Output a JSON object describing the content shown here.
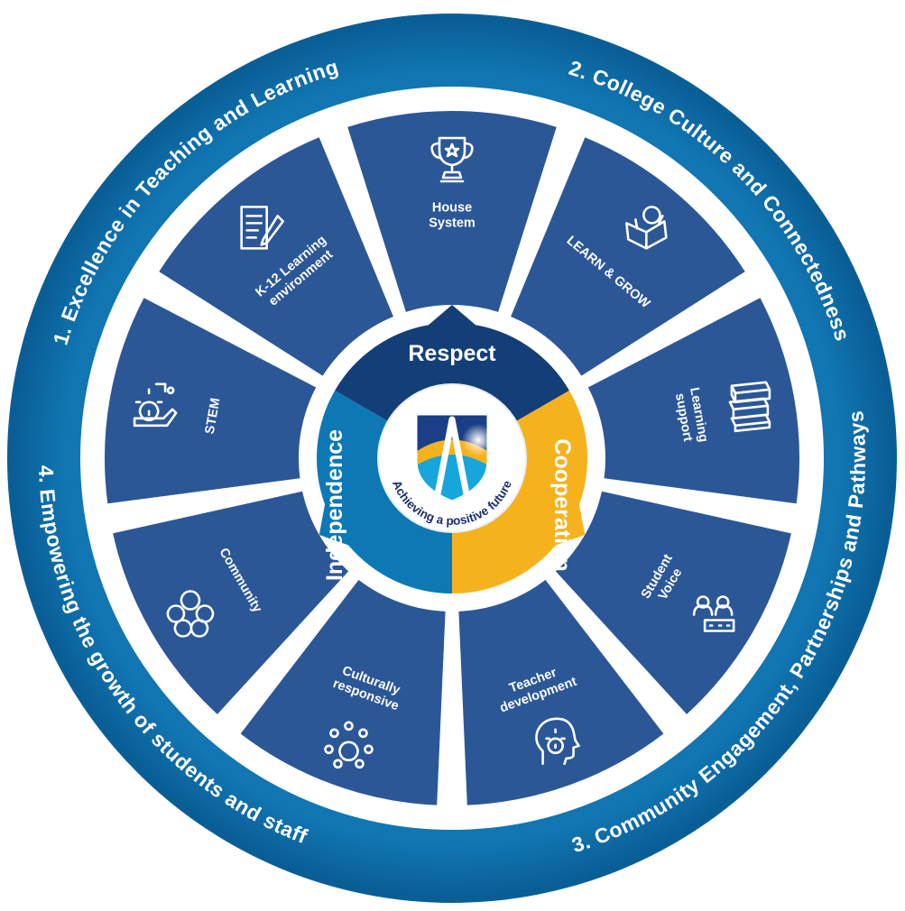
{
  "outer_ring_text": [
    "1. Excellence in Teaching and Learning",
    "2. College Culture and Connectedness",
    "3. Community Engagement, Partnerships and Pathways",
    "4. Empowering the growth of students and staff"
  ],
  "segments": [
    {
      "lines": [
        "House",
        "System"
      ],
      "icon": "trophy-icon"
    },
    {
      "lines": [
        "LEARN & GROW"
      ],
      "icon": "reading-person-icon"
    },
    {
      "lines": [
        "Learning",
        "support"
      ],
      "icon": "books-icon"
    },
    {
      "lines": [
        "Student",
        "Voice"
      ],
      "icon": "people-speech-icon"
    },
    {
      "lines": [
        "Teacher",
        "development"
      ],
      "icon": "head-gear-icon"
    },
    {
      "lines": [
        "Culturally",
        "responsive"
      ],
      "icon": "circle-of-people-icon"
    },
    {
      "lines": [
        "Community"
      ],
      "icon": "community-group-icon"
    },
    {
      "lines": [
        "STEM"
      ],
      "icon": "stem-gear-flask-icon"
    },
    {
      "lines": [
        "K-12 Learning",
        "environment"
      ],
      "icon": "document-pencil-icon"
    }
  ],
  "values": {
    "respect": "Respect",
    "cooperation": "Cooperation",
    "independence": "Independence"
  },
  "motto": "Achieving a positive future",
  "colors": {
    "outer_ring": "#0d6fa8",
    "segment": "#2b5797",
    "respect": "#143e78",
    "cooperation": "#f5b21c",
    "independence": "#0d78b4",
    "shield": "#17a6dc",
    "motto": "#1c2f6e"
  }
}
